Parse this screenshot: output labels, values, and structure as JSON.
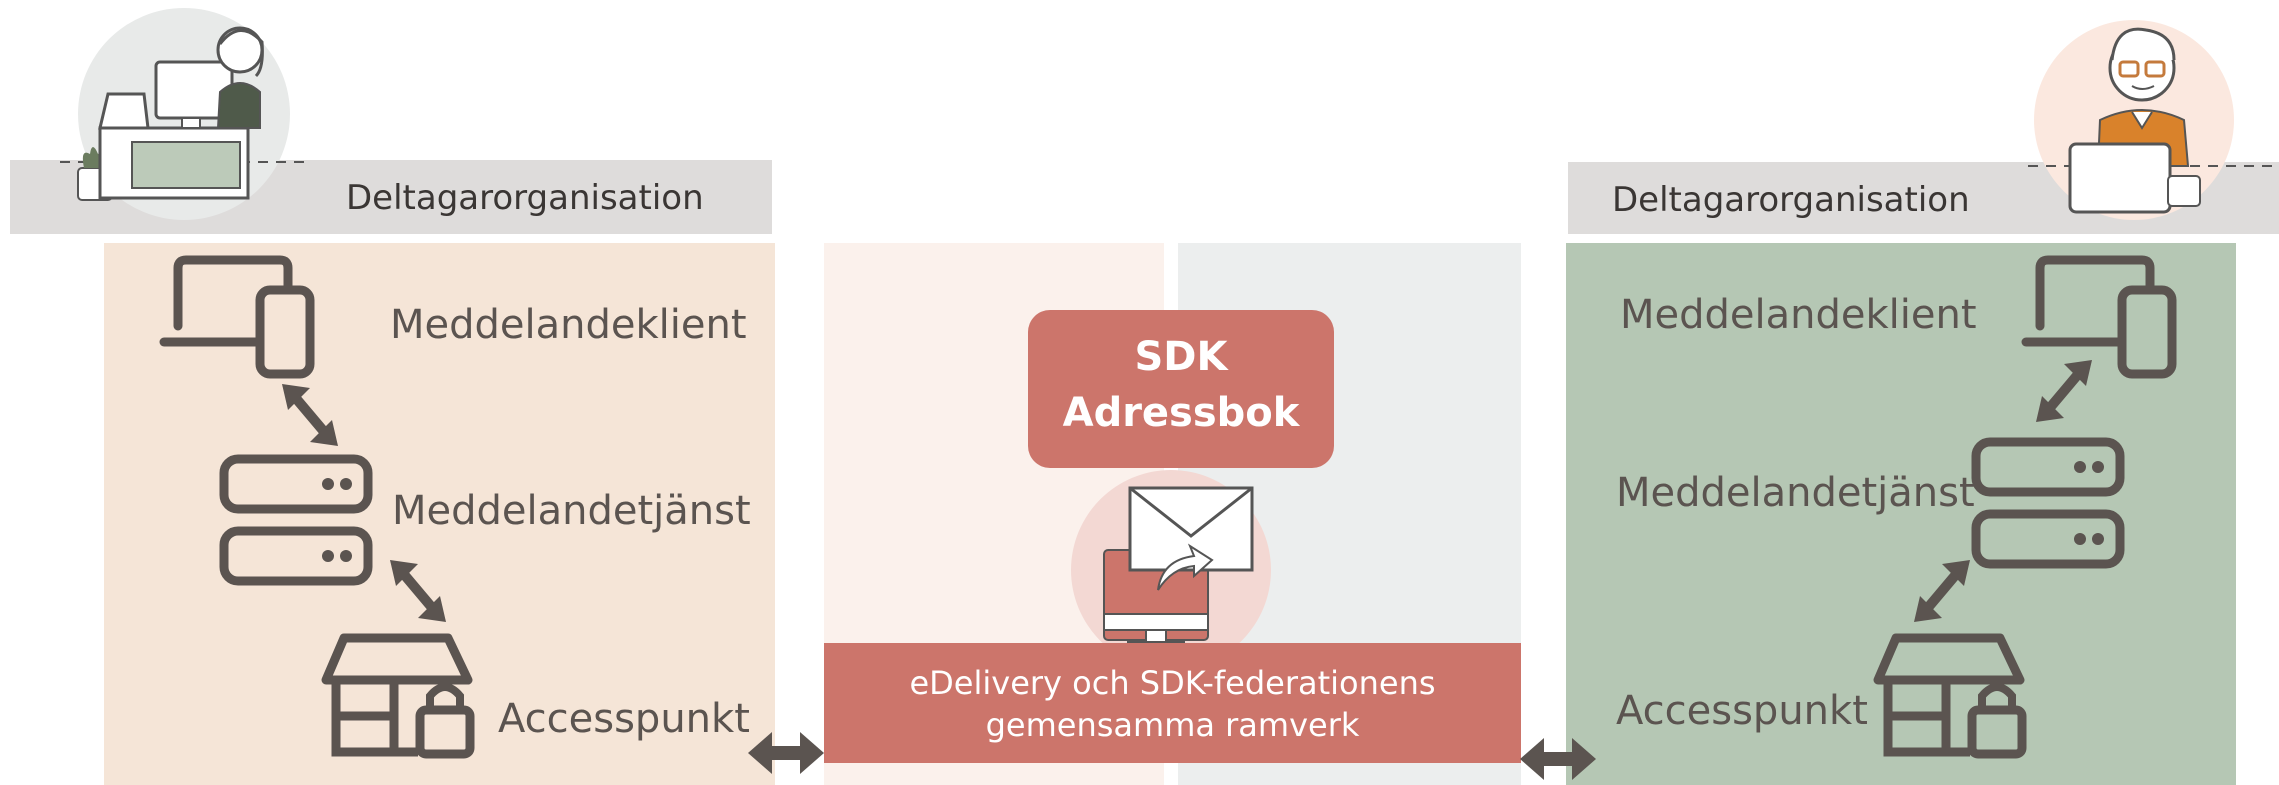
{
  "left_org": {
    "header": "Deltagarorganisation",
    "client_label": "Meddelandeklient",
    "service_label": "Meddelandetjänst",
    "access_label": "Accesspunkt"
  },
  "right_org": {
    "header": "Deltagarorganisation",
    "client_label": "Meddelandeklient",
    "service_label": "Meddelandetjänst",
    "access_label": "Accesspunkt"
  },
  "center": {
    "addressbook_line1": "SDK",
    "addressbook_line2": "Adressbok",
    "framework_line1": "eDelivery och SDK-federationens",
    "framework_line2": "gemensamma ramverk"
  },
  "colors": {
    "left_panel": "#f5e5d7",
    "right_panel": "#b5c7b4",
    "header_bar": "#dedcdb",
    "sdk_box": "#cc756b",
    "framework_bar": "#cc756b",
    "icon": "#5b5450"
  }
}
